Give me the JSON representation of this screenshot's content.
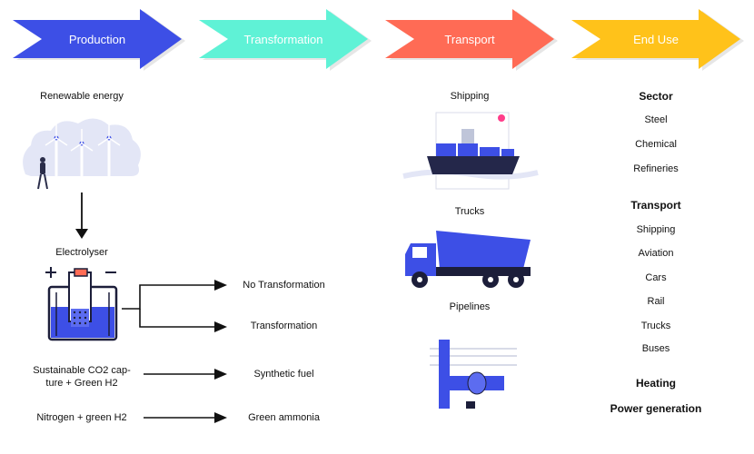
{
  "stages": [
    {
      "label": "Production",
      "color": "#3d4fe6"
    },
    {
      "label": "Transformation",
      "color": "#5ff2d6"
    },
    {
      "label": "Transport",
      "color": "#ff6b55"
    },
    {
      "label": "End Use",
      "color": "#ffc21a"
    }
  ],
  "production": {
    "renewable": "Renewable energy",
    "electrolyser": "Electrolyser",
    "co2_line1": "Sustainable CO2 cap-",
    "co2_line2": "ture + Green H2",
    "nitrogen": "Nitrogen + green H2"
  },
  "transformation": {
    "no_transformation": "No Transformation",
    "transformation": "Transformation",
    "synthetic_fuel": "Synthetic fuel",
    "green_ammonia": "Green ammonia"
  },
  "transport": {
    "shipping": "Shipping",
    "trucks": "Trucks",
    "pipelines": "Pipelines"
  },
  "end_use": {
    "sector_heading": "Sector",
    "sector_items": [
      "Steel",
      "Chemical",
      "Refineries"
    ],
    "transport_heading": "Transport",
    "transport_items": [
      "Shipping",
      "Aviation",
      "Cars",
      "Rail",
      "Trucks",
      "Buses"
    ],
    "heating": "Heating",
    "power": "Power generation"
  }
}
